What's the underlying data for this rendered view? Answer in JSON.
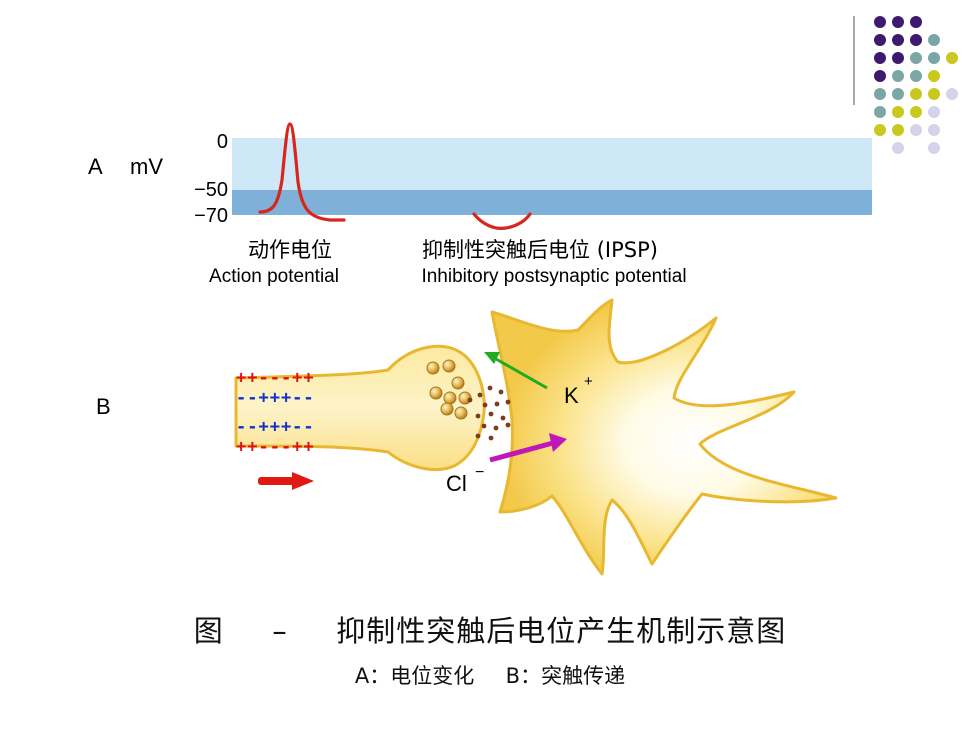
{
  "panel_a": {
    "letter": "A",
    "unit": "mV",
    "ticks": [
      "0",
      "−50",
      "−70"
    ],
    "action_potential": {
      "cn": "动作电位",
      "en": "Action potential"
    },
    "ipsp": {
      "cn": "抑制性突触后电位 (IPSP)",
      "en": "Inhibitory postsynaptic potential"
    }
  },
  "panel_b": {
    "letter": "B",
    "k_ion": "K",
    "k_charge": "+",
    "cl_ion": "Cl",
    "cl_charge": "−",
    "membrane_rows": [
      "++---++",
      "--+++--",
      "--+++--",
      "++---++"
    ]
  },
  "caption": {
    "figure_label": "图",
    "dash": "–",
    "title": "抑制性突触后电位产生机制示意图",
    "part_a": "A：电位变化",
    "part_b": "B：突触传递"
  },
  "colors": {
    "band_light": "#cfe8f7",
    "band_dark": "#7fb1d8",
    "trace": "#d8261d",
    "neuron_fill": "#fbe58a",
    "neuron_edge": "#e8b830",
    "plus": "#dd1111",
    "minus": "#1133cc",
    "k_arrow": "#22aa22",
    "cl_arrow": "#c018b8",
    "deco_purple": "#3d1a6e",
    "deco_teal": "#7aa7a6",
    "deco_olive": "#c8c81e",
    "deco_lavender": "#d4d3ea"
  }
}
